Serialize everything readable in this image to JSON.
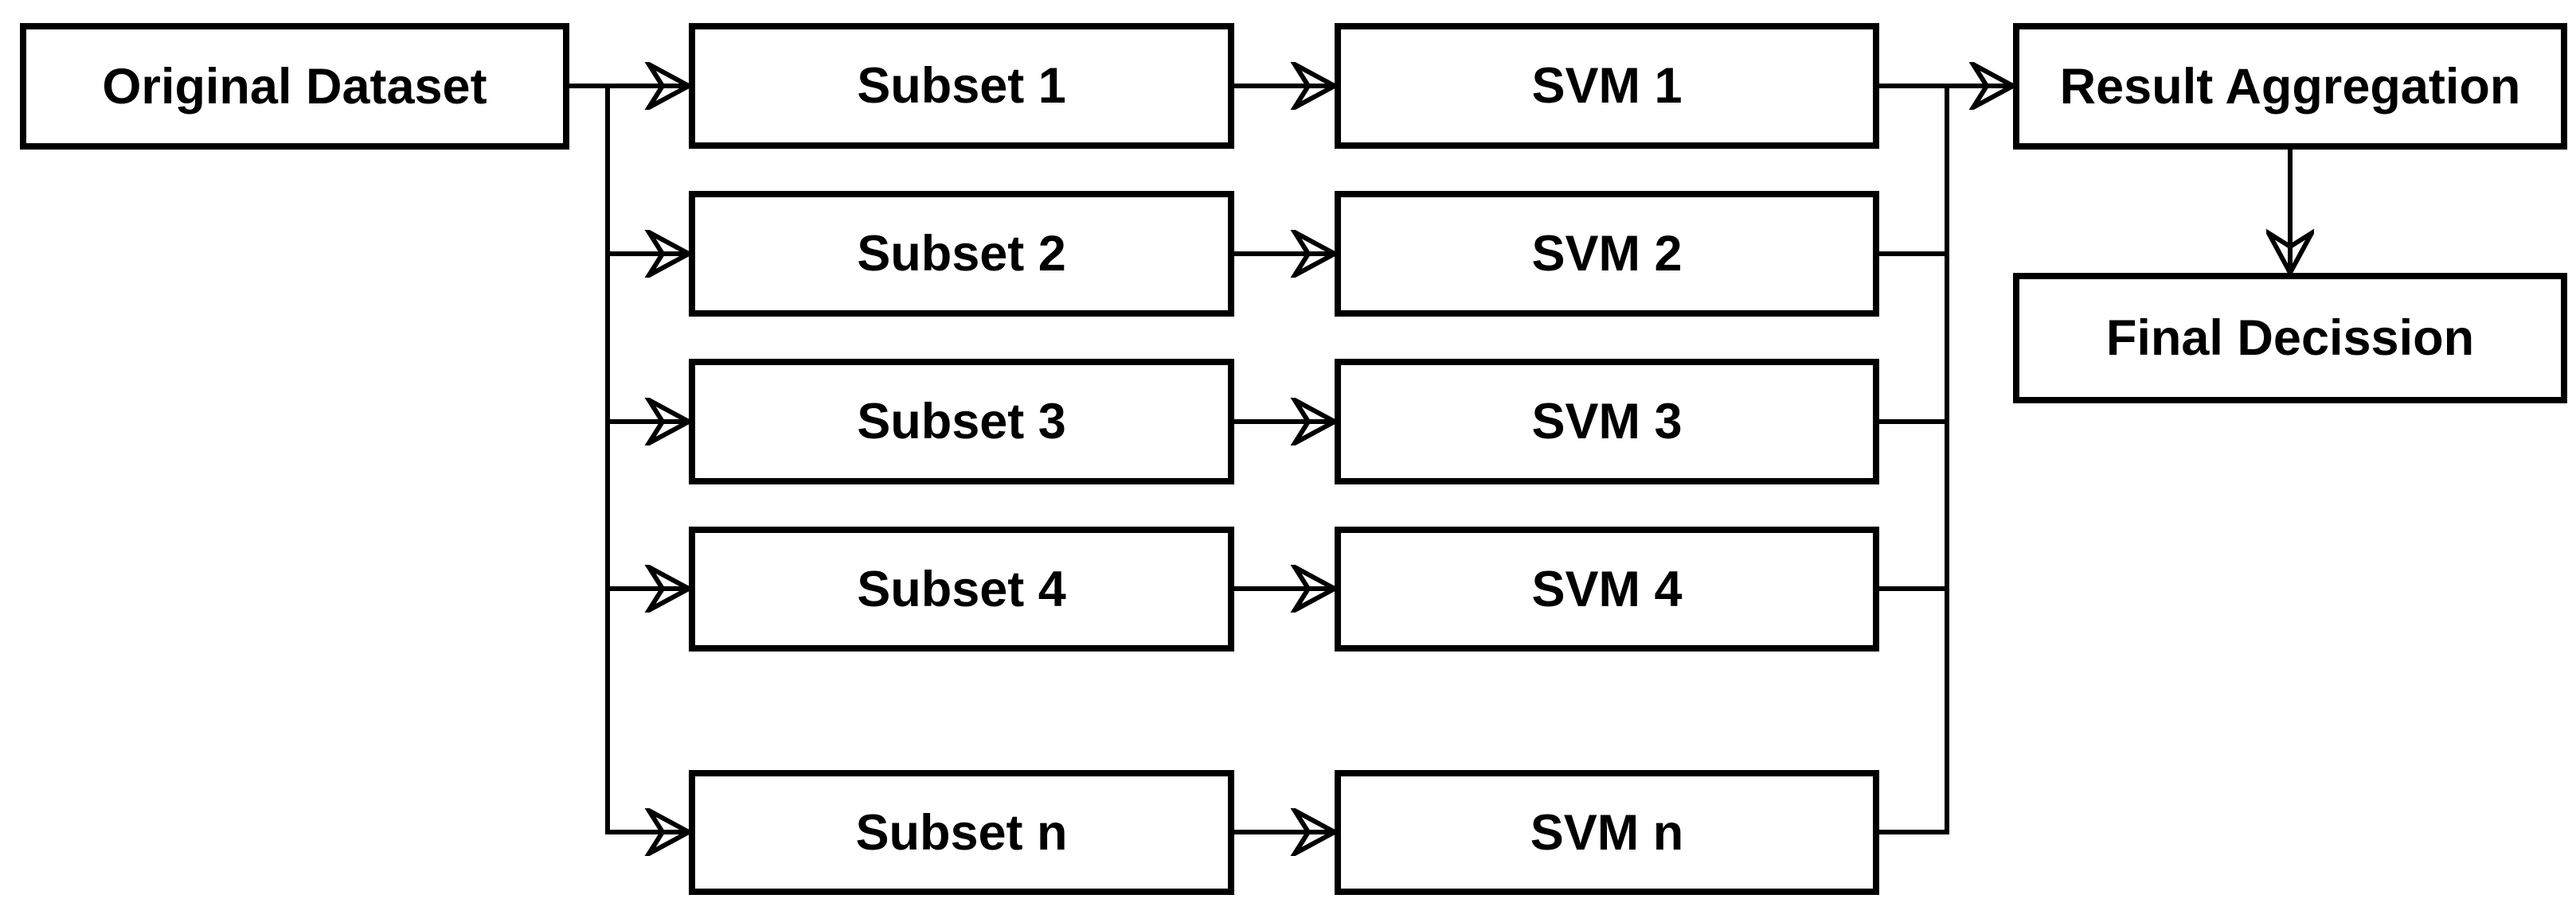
{
  "colors": {
    "background": "#ffffff",
    "stroke": "#000000",
    "node_fill": "#ffffff",
    "text": "#000000"
  },
  "nodes": {
    "original_dataset": {
      "label": "Original Dataset"
    },
    "subset_1": {
      "label": "Subset 1"
    },
    "subset_2": {
      "label": "Subset 2"
    },
    "subset_3": {
      "label": "Subset 3"
    },
    "subset_4": {
      "label": "Subset 4"
    },
    "subset_n": {
      "label": "Subset n"
    },
    "svm_1": {
      "label": "SVM 1"
    },
    "svm_2": {
      "label": "SVM 2"
    },
    "svm_3": {
      "label": "SVM 3"
    },
    "svm_4": {
      "label": "SVM 4"
    },
    "svm_n": {
      "label": "SVM n"
    },
    "result_aggregation": {
      "label": "Result Aggregation"
    },
    "final_decission": {
      "label": "Final Decission"
    }
  },
  "edges": [
    "original_dataset->subset_1",
    "original_dataset->subset_2",
    "original_dataset->subset_3",
    "original_dataset->subset_4",
    "original_dataset->subset_n",
    "subset_1->svm_1",
    "subset_2->svm_2",
    "subset_3->svm_3",
    "subset_4->svm_4",
    "subset_n->svm_n",
    "svm_1->result_aggregation",
    "svm_2->result_aggregation",
    "svm_3->result_aggregation",
    "svm_4->result_aggregation",
    "svm_n->result_aggregation",
    "result_aggregation->final_decission"
  ]
}
